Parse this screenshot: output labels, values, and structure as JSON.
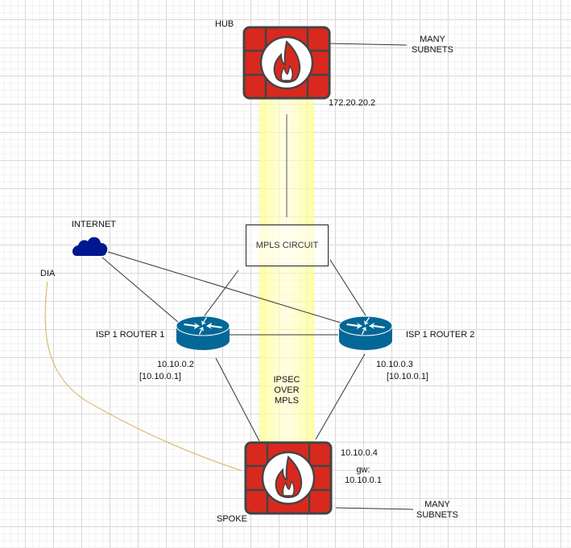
{
  "diagram": {
    "hub": {
      "label": "HUB",
      "ip": "172.20.20.2",
      "subnets_label_line1": "MANY",
      "subnets_label_line2": "SUBNETS",
      "icon": "firewall-icon"
    },
    "spoke": {
      "label": "SPOKE",
      "ip": "10.10.0.4",
      "gw_label": "gw:",
      "gw_ip": "10.10.0.1",
      "subnets_label_line1": "MANY",
      "subnets_label_line2": "SUBNETS",
      "icon": "firewall-icon"
    },
    "internet": {
      "label": "INTERNET",
      "icon": "cloud-icon"
    },
    "dia": {
      "label": "DIA"
    },
    "mpls": {
      "label": "MPLS CIRCUIT"
    },
    "tunnel": {
      "line1": "IPSEC",
      "line2": "OVER",
      "line3": "MPLS"
    },
    "router1": {
      "label": "ISP 1 ROUTER 1",
      "ip": "10.10.0.2",
      "vip": "[10.10.0.1]",
      "icon": "router-icon"
    },
    "router2": {
      "label": "ISP 1 ROUTER 2",
      "ip": "10.10.0.3",
      "vip": "[10.10.0.1]",
      "icon": "router-icon"
    },
    "colors": {
      "firewall_red": "#d9291f",
      "firewall_border": "#444444",
      "router_blue": "#036897",
      "cloud_blue": "#00188f",
      "tunnel_yellow": "#ffff88",
      "dia_line": "#d6b060",
      "link_line": "#333333"
    }
  }
}
